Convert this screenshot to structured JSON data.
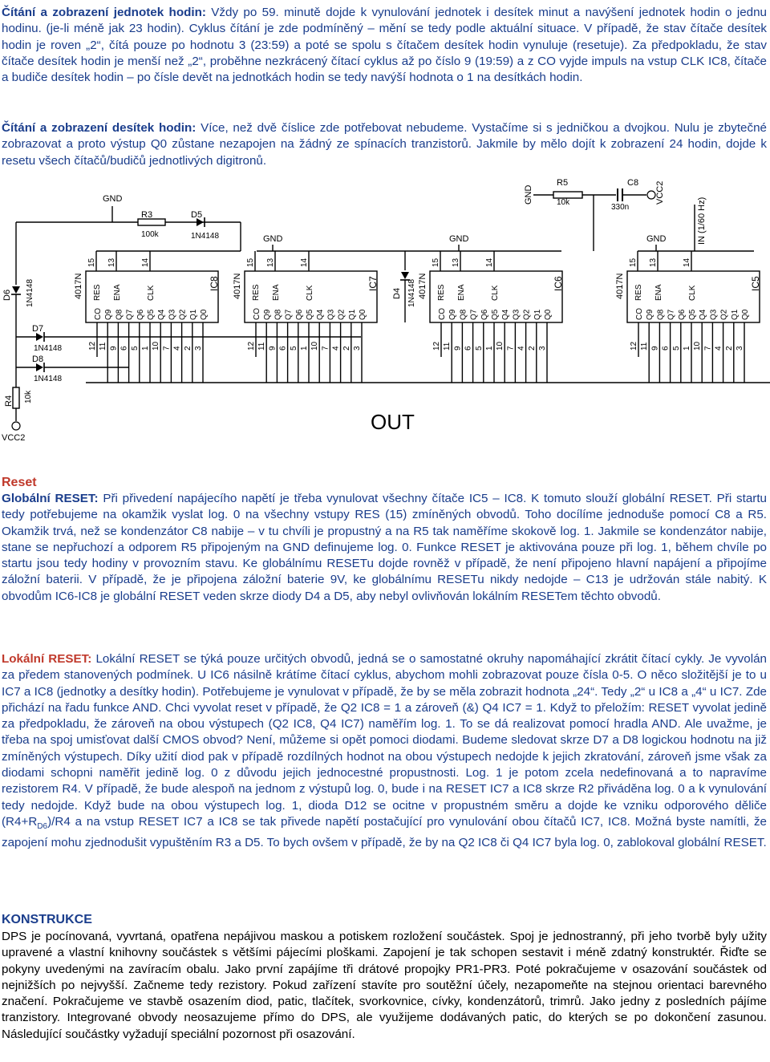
{
  "p1": {
    "title": "Čítání a zobrazení jednotek hodin:",
    "text": " Vždy po 59. minutě dojde k vynulování jednotek i desítek minut a navýšení jednotek hodin o jednu hodinu. (je-li méně jak 23 hodin). Cyklus čítání je zde podmíněný – mění se tedy podle aktuální situace. V případě, že stav čítače desítek hodin je roven „2“, čítá pouze po hodnotu 3 (23:59) a poté se spolu s čítačem desítek hodin vynuluje (resetuje). Za předpokladu, že stav čítače desítek hodin je menší než „2“, proběhne nezkrácený čítací cyklus až po číslo 9 (19:59) a z CO vyjde impuls na vstup CLK IC8, čítače a budiče desítek hodin – po čísle devět na jednotkách hodin se tedy navýší hodnota o 1 na desítkách hodin."
  },
  "p2": {
    "title": "Čítání a zobrazení desítek hodin:",
    "text": " Více, než dvě číslice zde potřebovat nebudeme. Vystačíme si s jedničkou a dvojkou. Nulu je zbytečné zobrazovat a proto výstup Q0 zůstane nezapojen na žádný ze spínacích tranzistorů. Jakmile by mělo dojít k zobrazení 24 hodin, dojde k resetu všech čítačů/budičů jednotlivých digitronů."
  },
  "schematic": {
    "chips": [
      {
        "name": "IC8",
        "part": "4017N"
      },
      {
        "name": "IC7",
        "part": "4017N"
      },
      {
        "name": "IC6",
        "part": "4017N"
      },
      {
        "name": "IC5",
        "part": "4017N"
      }
    ],
    "top_pins": [
      {
        "num": "15",
        "label": "RES"
      },
      {
        "num": "13",
        "label": "ENA"
      },
      {
        "num": "14",
        "label": "CLK"
      }
    ],
    "bottom_pins": [
      {
        "num": "12",
        "label": "CO"
      },
      {
        "num": "11",
        "label": "Q9"
      },
      {
        "num": "9",
        "label": "Q8"
      },
      {
        "num": "6",
        "label": "Q7"
      },
      {
        "num": "5",
        "label": "Q6"
      },
      {
        "num": "1",
        "label": "Q5"
      },
      {
        "num": "10",
        "label": "Q4"
      },
      {
        "num": "7",
        "label": "Q3"
      },
      {
        "num": "4",
        "label": "Q2"
      },
      {
        "num": "2",
        "label": "Q1"
      },
      {
        "num": "3",
        "label": "Q0"
      }
    ],
    "labels": {
      "gnd": "GND",
      "r3": "R3",
      "r3v": "100k",
      "d5": "D5",
      "d5v": "1N4148",
      "r5": "R5",
      "r5v": "10k",
      "c8": "C8",
      "c8v": "330n",
      "vcc2": "VCC2",
      "in": "IN (1/60 Hz)",
      "d6": "D6",
      "d6v": "1N4148",
      "d4": "D4",
      "d4v": "1N4148",
      "d7": "D7",
      "d7v": "1N4148",
      "d8": "D8",
      "d8v": "1N4148",
      "r4": "R4",
      "r4v": "10k",
      "out": "OUT"
    }
  },
  "reset_heading": "Reset",
  "p3": {
    "title": "Globální RESET:",
    "text": " Při přivedení napájecího napětí je třeba vynulovat všechny čítače IC5 – IC8. K tomuto slouží globální RESET. Při startu tedy potřebujeme na okamžik vyslat log. 0 na všechny vstupy RES (15) zmíněných obvodů. Toho docílíme jednoduše pomocí C8 a R5. Okamžik trvá, než se kondenzátor C8 nabije – v tu chvíli je propustný a na R5 tak naměříme skokově log. 1. Jakmile se kondenzátor nabije, stane se nepřuchozí a odporem R5 připojeným na GND definujeme log. 0. Funkce RESET je aktivována pouze při log. 1, během chvíle po startu jsou tedy hodiny v provozním stavu. Ke globálnímu RESETu dojde rovněž v případě, že není připojeno hlavní napájení a připojíme záložní baterii. V případě, že je připojena záložní baterie 9V, ke globálnímu RESETu nikdy nedojde – C13 je udržován stále nabitý. K obvodům IC6-IC8 je globální RESET veden skrze diody D4 a D5, aby nebyl ovlivňován lokálním RESETem těchto obvodů."
  },
  "p4": {
    "title": "Lokální RESET:",
    "text_a": " Lokální RESET se týká pouze určitých obvodů, jedná se o samostatné okruhy napomáhající zkrátit čítací cykly. Je vyvolán za předem stanovených podmínek. U IC6 násilně krátíme čítací cyklus, abychom mohli zobrazovat pouze čísla 0-5. O něco složitější je to u IC7 a IC8 (jednotky a desítky hodin). Potřebujeme je vynulovat v případě, že by se měla zobrazit hodnota „24“. Tedy „2“ u IC8 a „4“ u IC7. Zde přichází na řadu funkce AND. Chci vyvolat reset v případě, že Q2 IC8 = 1 a zároveň (&) Q4 IC7 = 1. Když to přeložím: RESET vyvolat jedině za předpokladu, že zároveň na obou výstupech (Q2 IC8, Q4 IC7) naměřím log. 1. To se dá realizovat pomocí hradla AND. Ale uvažme, je třeba na spoj umisťovat další CMOS obvod? Není, můžeme si opět pomoci diodami. Budeme sledovat skrze D7 a D8 logickou hodnotu na již zmíněných výstupech. Díky užití diod pak v případě rozdílných hodnot na obou výstupech nedojde k jejich zkratování, zároveň jsme však za diodami schopni naměřit jedině log. 0 z důvodu jejich jednocestné propustnosti. Log. 1 je potom zcela nedefinovaná a to napravíme rezistorem R4. V případě, že bude alespoň na jednom z výstupů log. 0, bude i na RESET IC7 a IC8 skrze R2 přiváděna log. 0 a k vynulování tedy nedojde. Když bude na obou výstupech log. 1, dioda D12 se ocitne v propustném směru a dojde ke vzniku odporového děliče (R4+R",
    "sub": "D6",
    "text_b": ")/R4 a na vstup RESET IC7 a IC8 se tak přivede napětí postačující pro vynulování obou čítačů IC7, IC8. Možná byste namítli, že zapojení mohu zjednodušit vypuštěním R3 a D5. To bych ovšem v případě, že by na Q2 IC8 či Q4 IC7 byla log. 0, zablokoval globální RESET."
  },
  "konstrukce_heading": "KONSTRUKCE",
  "p5": {
    "text": "DPS je pocínovaná, vyvrtaná, opatřena nepájivou maskou a potiskem rozložení součástek. Spoj je jednostranný, při jeho tvorbě byly užity upravené a vlastní knihovny součástek s většími pájecími ploškami. Zapojení je tak schopen sestavit i méně zdatný konstruktér. Řiďte se pokyny uvedenými na zavíracím obalu. Jako první zapájíme tři drátové propojky PR1-PR3. Poté pokračujeme v osazování součástek od nejnižších po nejvyšší. Začneme tedy rezistory. Pokud zařízení stavíte pro soutěžní účely, nezapomeňte na stejnou orientaci barevného značení. Pokračujeme ve stavbě osazením diod, patic, tlačítek, svorkovnice, cívky, kondenzátorů, trimrů. Jako jedny z posledních pájíme tranzistory. Integrované obvody neosazujeme přímo do DPS, ale využijeme dodávaných patic, do kterých se po dokončení zasunou. Následující součástky vyžadují speciální pozornost při osazování."
  }
}
